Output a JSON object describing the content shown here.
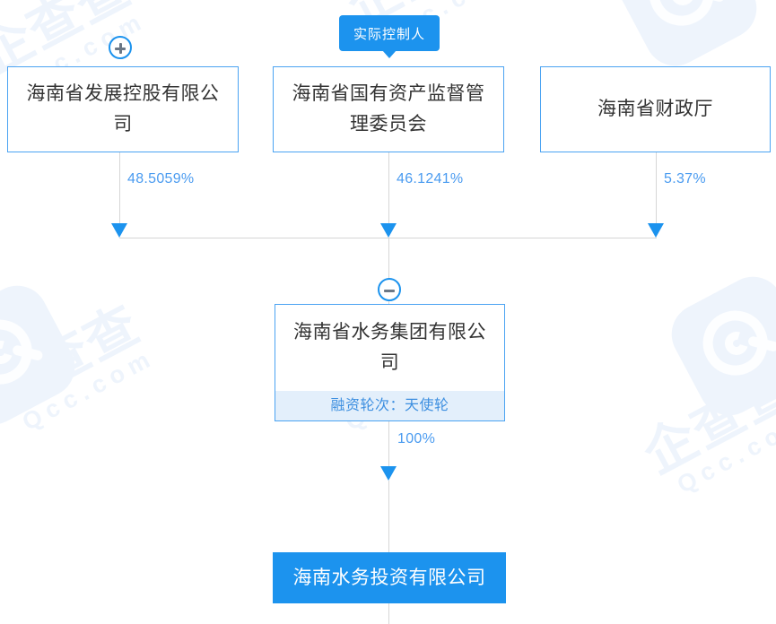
{
  "watermark": {
    "cn_text": "企查查",
    "en_text": "Qcc.com",
    "logo_name": "qcc-logo-mark"
  },
  "badge": {
    "label": "实际控制人"
  },
  "shareholders": [
    {
      "name": "海南省发展控股有限公司",
      "percent": "48.5059%",
      "toggle": "plus-circle-icon"
    },
    {
      "name": "海南省国有资产监督管理委员会",
      "percent": "46.1241%",
      "toggle": null
    },
    {
      "name": "海南省财政厅",
      "percent": "5.37%",
      "toggle": null
    }
  ],
  "center_node": {
    "name": "海南省水务集团有限公司",
    "finance_label": "融资轮次：天使轮",
    "toggle": "minus-circle-icon",
    "percent_to_child": "100%"
  },
  "child_node": {
    "name": "海南水务投资有限公司"
  },
  "colors": {
    "accent": "#1c93ee",
    "border": "#4ba3f2",
    "percent_text": "#4a9bf0",
    "line": "#d6d6d6",
    "finance_bg": "#e3effb",
    "finance_text": "#3d8fe0",
    "watermark": "#eef4fc"
  }
}
